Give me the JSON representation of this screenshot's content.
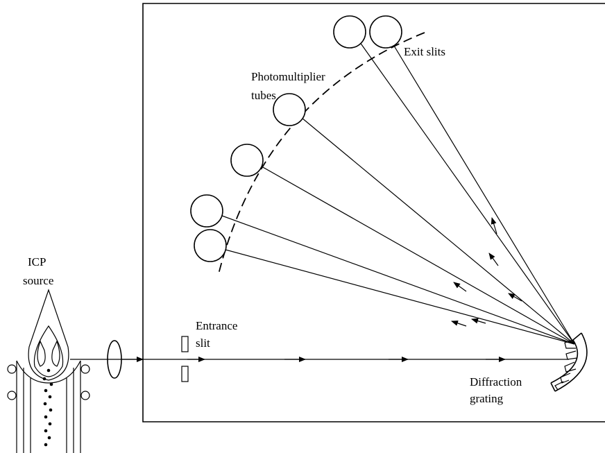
{
  "labels": {
    "exit_slits": "Exit slits",
    "photomultiplier_line1": "Photomultiplier",
    "photomultiplier_line2": "tubes",
    "icp_line1": "ICP",
    "icp_line2": "source",
    "entrance_line1": "Entrance",
    "entrance_line2": "slit",
    "diffraction_line1": "Diffraction",
    "diffraction_line2": "grating"
  }
}
